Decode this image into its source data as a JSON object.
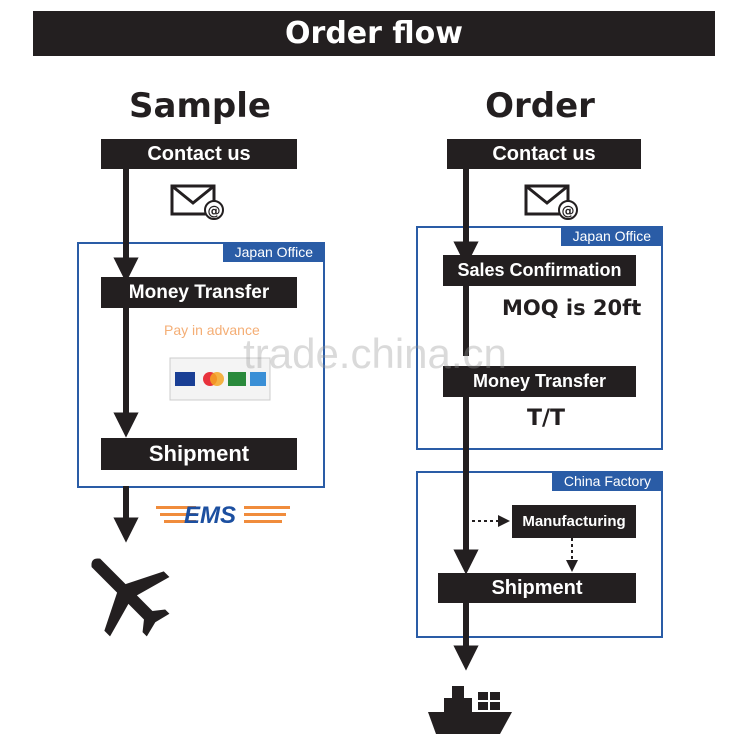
{
  "title": "Order flow",
  "sample": {
    "heading": "Sample",
    "contact": "Contact us",
    "office_tag": "Japan Office",
    "money_transfer": "Money Transfer",
    "payment_note": "Pay in advance",
    "card_logos": [
      "VISA",
      "MasterCard",
      "JCB",
      "AMEX"
    ],
    "shipment": "Shipment",
    "courier": "EMS"
  },
  "order": {
    "heading": "Order",
    "contact": "Contact us",
    "office_tag": "Japan Office",
    "sales_confirmation": "Sales Confirmation",
    "moq": "MOQ is 20ft",
    "money_transfer": "Money Transfer",
    "payment_method": "T/T",
    "factory_tag": "China Factory",
    "manufacturing": "Manufacturing",
    "shipment": "Shipment"
  },
  "watermark": "trade.china.cn",
  "colors": {
    "dark": "#231f20",
    "office_blue": "#2a5ca6",
    "ems_orange": "#f08c3c",
    "ems_blue": "#1c4fa0"
  },
  "icons": [
    "email-icon",
    "airplane-icon",
    "ship-icon"
  ]
}
